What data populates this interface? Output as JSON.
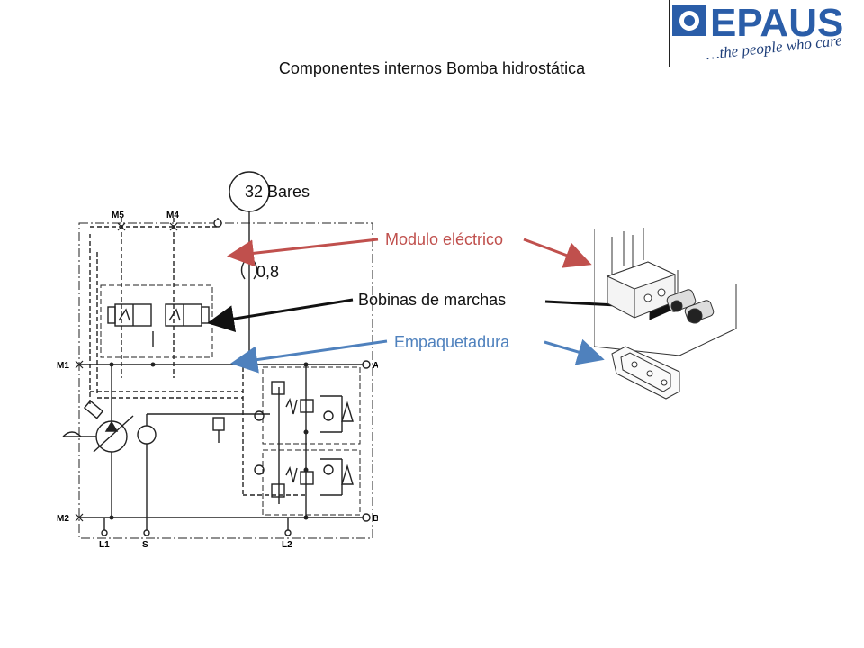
{
  "title": "Componentes internos Bomba hidrostática",
  "logo": {
    "brand": "EPAUS",
    "tagline": "…the people who care"
  },
  "gauge": {
    "pressure_label": "32 Bares",
    "orifice_label": "0,8"
  },
  "callouts": [
    {
      "id": "modulo",
      "text": "Modulo eléctrico",
      "color": "#c0504d"
    },
    {
      "id": "bobinas",
      "text": "Bobinas de marchas",
      "color": "#111111"
    },
    {
      "id": "empaquetadura",
      "text": "Empaquetadura",
      "color": "#4f81bd"
    }
  ],
  "ports": {
    "m5": "M5",
    "m4": "M4",
    "m1": "M1",
    "m2": "M2",
    "a": "A",
    "b": "B",
    "l1": "L1",
    "s": "S",
    "l2": "L2"
  }
}
